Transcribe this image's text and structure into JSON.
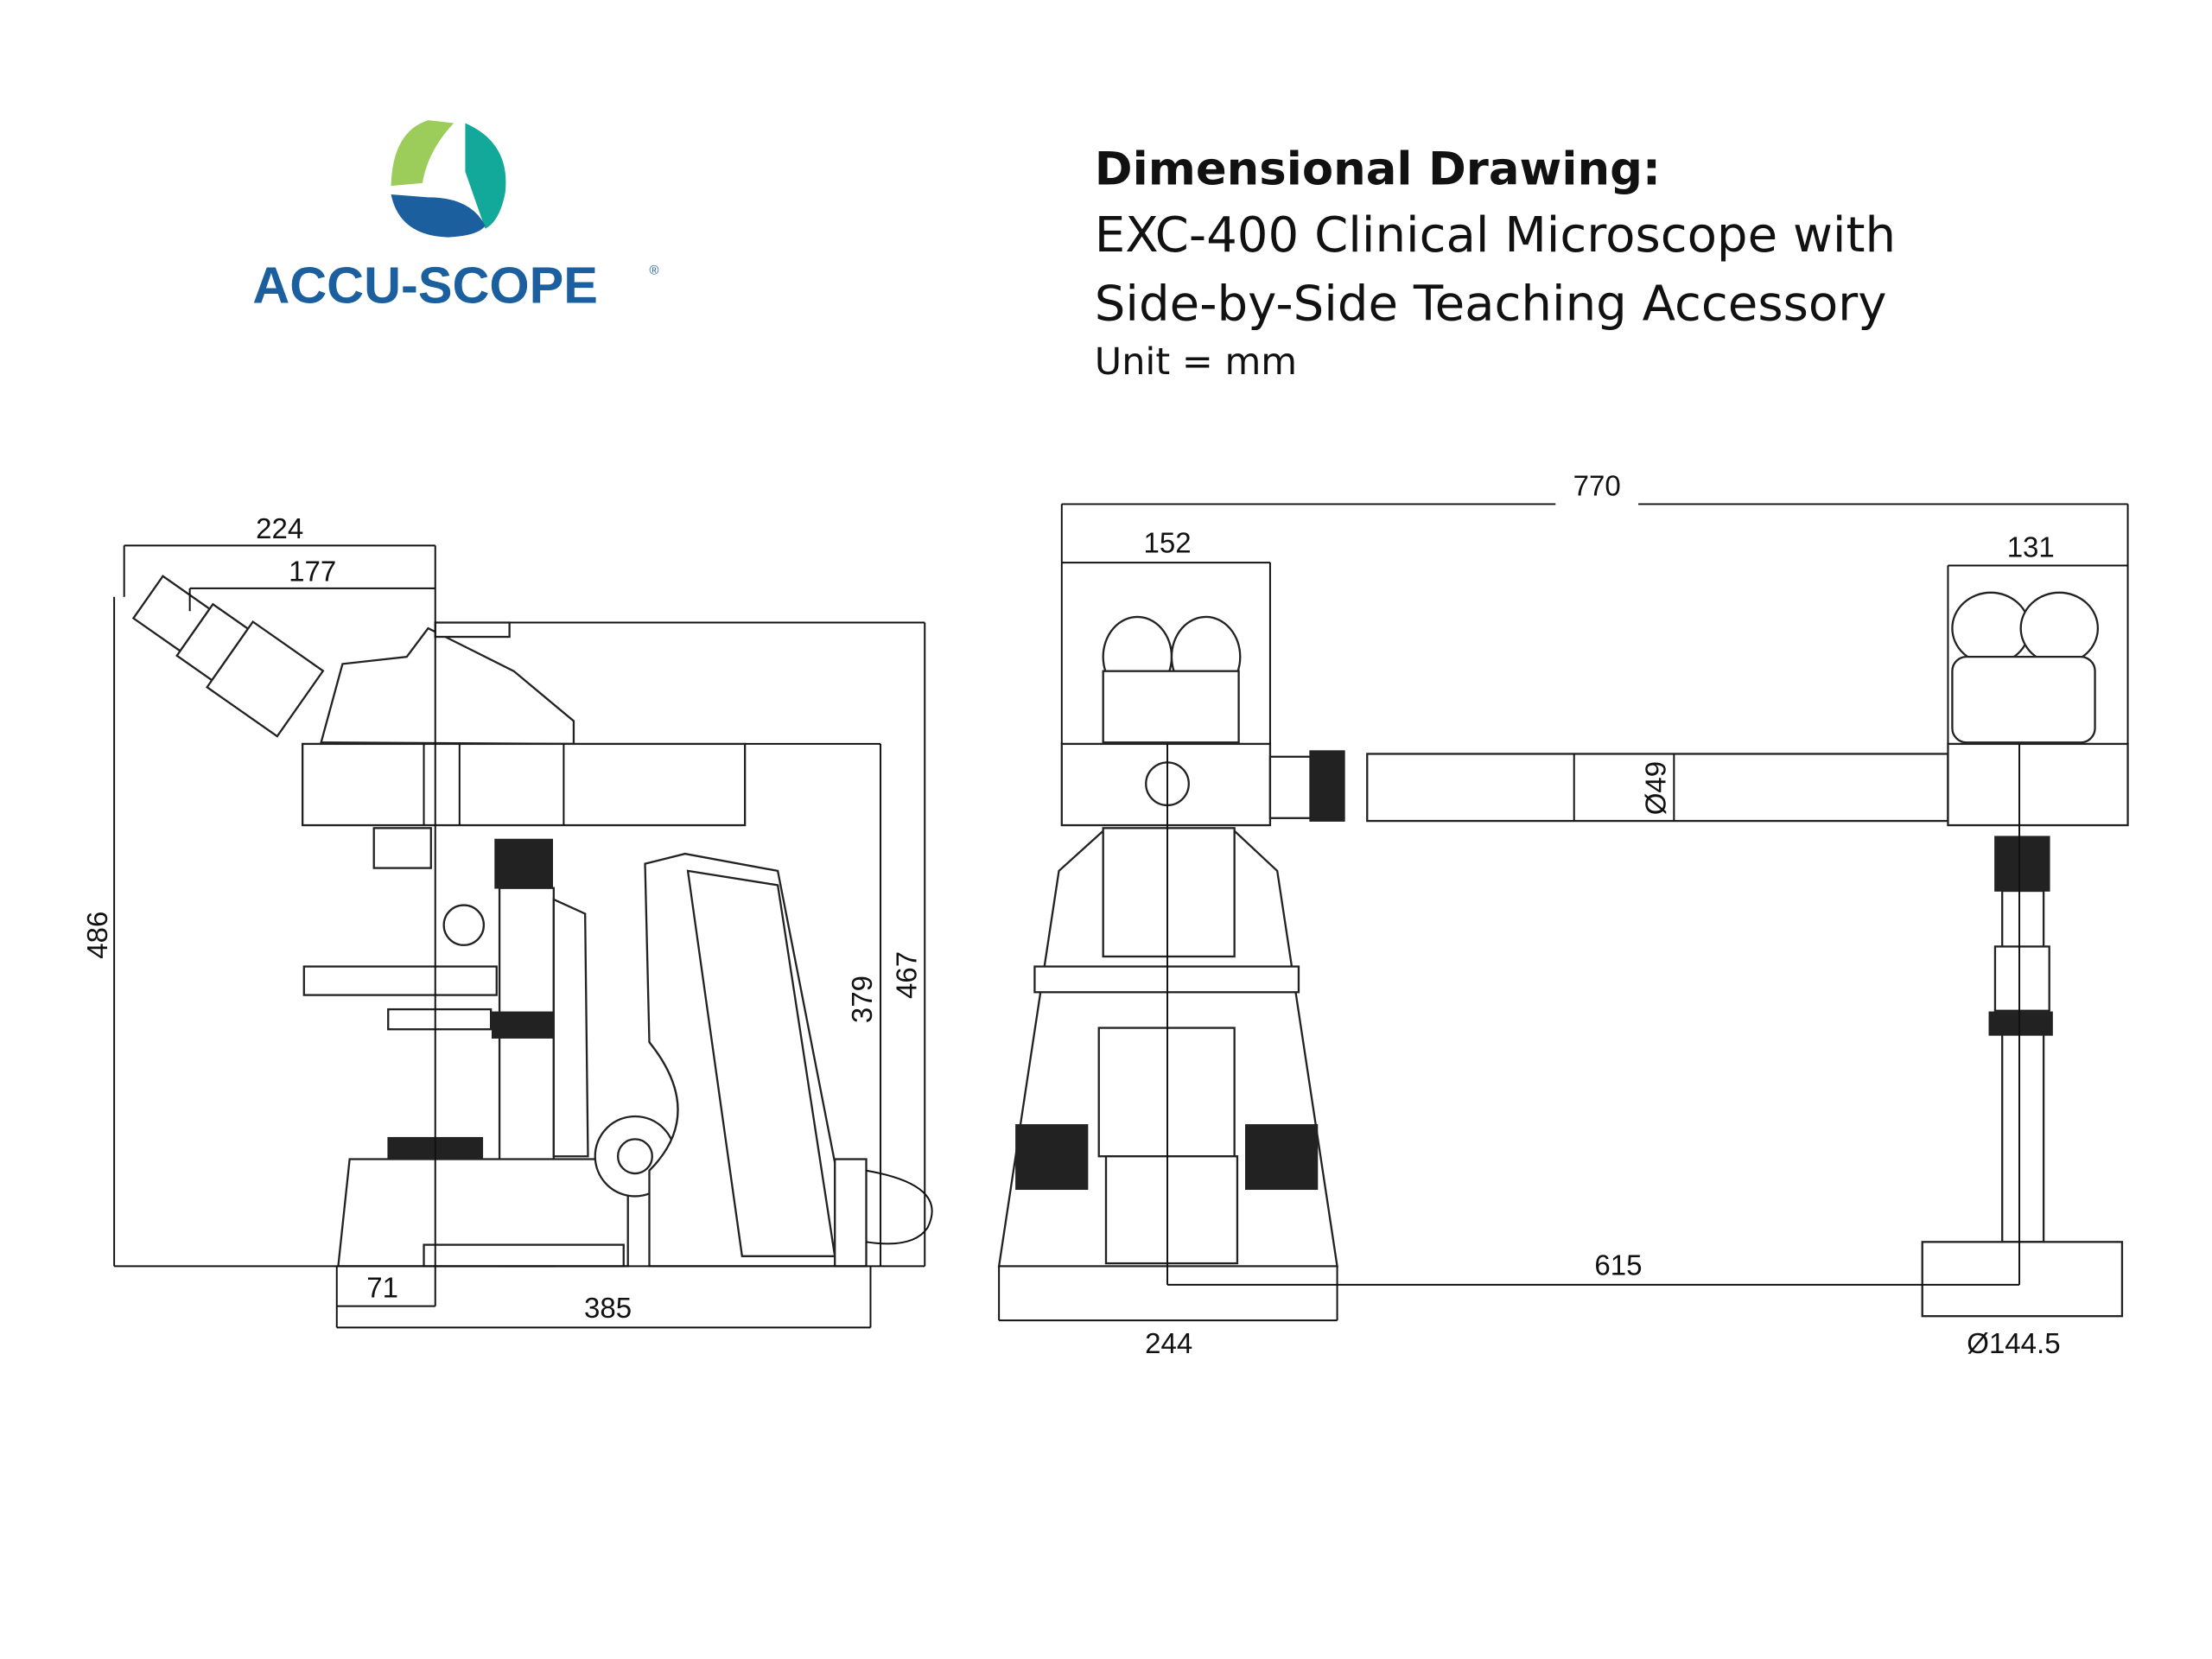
{
  "logo": {
    "text": "ACCU-SCOPE",
    "registered": "®",
    "colors": {
      "green": "#9ccd5a",
      "teal": "#12a99a",
      "blue": "#1b5f9e"
    }
  },
  "header": {
    "title": "Dimensional Drawing:",
    "subtitle_line1": "EXC-400 Clinical Microscope with",
    "subtitle_line2": "Side-by-Side Teaching Accessory",
    "unit": "Unit = mm"
  },
  "side_view": {
    "dims": {
      "eyepiece_reach": "224",
      "eyepiece_offset": "177",
      "total_height": "486",
      "height_top": "467",
      "height_head": "379",
      "base_offset": "71",
      "depth": "385"
    }
  },
  "front_view": {
    "dims": {
      "total_width": "770",
      "main_head_width": "152",
      "teaching_head_width": "131",
      "bridge_diameter": "Ø49",
      "axis_distance": "615",
      "base_width": "244",
      "pillar_base_diameter": "Ø144.5"
    }
  }
}
